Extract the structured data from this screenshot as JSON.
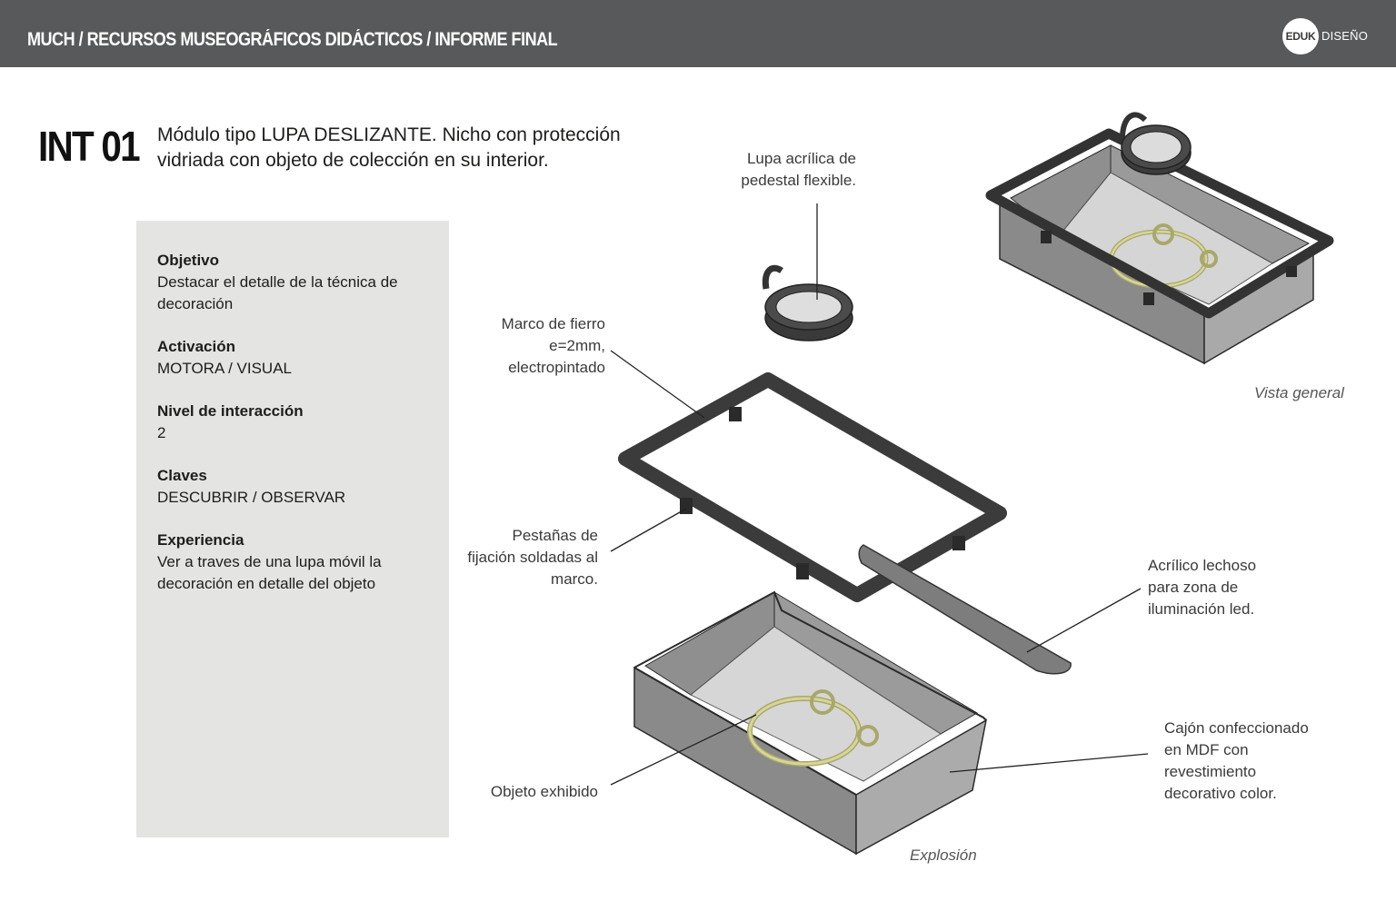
{
  "header": {
    "title": "MUCH / RECURSOS MUSEOGRÁFICOS DIDÁCTICOS / INFORME FINAL",
    "logo_mark": "EDUK",
    "logo_text": "DISEÑO"
  },
  "module": {
    "code": "INT 01",
    "description": "Módulo tipo LUPA DESLIZANTE. Nicho con protección vidriada con objeto de colección en su interior."
  },
  "info": [
    {
      "heading": "Objetivo",
      "value": "Destacar el detalle de la técnica de decoración"
    },
    {
      "heading": "Activación",
      "value": "MOTORA / VISUAL"
    },
    {
      "heading": "Nivel de interacción",
      "value": "2"
    },
    {
      "heading": "Claves",
      "value": "DESCUBRIR / OBSERVAR"
    },
    {
      "heading": "Experiencia",
      "value": "Ver a traves de una lupa móvil la decoración en detalle del objeto"
    }
  ],
  "callouts": {
    "lupa": "Lupa acrílica de pedestal flexible.",
    "marco": "Marco de fierro e=2mm, electropintado",
    "pestanas": "Pestañas de fijación soldadas al marco.",
    "objeto": "Objeto exhibido",
    "acrilico": "Acrílico lechoso para zona de iluminación led.",
    "cajon": "Cajón confeccionado en MDF con revestimiento decorativo color."
  },
  "captions": {
    "vista": "Vista general",
    "explosion": "Explosión"
  },
  "colors": {
    "header_bg": "#58595b",
    "info_bg": "#e4e4e3",
    "frame": "#3c3c3c",
    "box": "#8e8e8e",
    "box_inner": "#c9c9c9",
    "object": "#c7c78a"
  }
}
